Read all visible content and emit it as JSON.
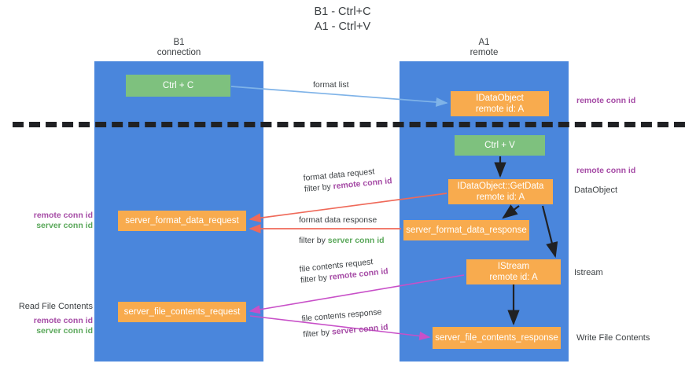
{
  "title": {
    "line1": "B1 - Ctrl+C",
    "line2": "A1 - Ctrl+V"
  },
  "lanes": [
    {
      "id": "b1",
      "name": "B1",
      "role": "connection"
    },
    {
      "id": "a1",
      "name": "A1",
      "role": "remote"
    }
  ],
  "nodes": {
    "ctrl_c": {
      "line1": "Ctrl + C",
      "line2": "",
      "color": "#7ec17e"
    },
    "idataobject": {
      "line1": "IDataObject",
      "line2": "remote id: A",
      "color": "#f8ab4e"
    },
    "ctrl_v": {
      "line1": "Ctrl + V",
      "line2": "",
      "color": "#7ec17e"
    },
    "getdata": {
      "line1": "IDataObject::GetData",
      "line2": "remote id: A",
      "color": "#f8ab4e"
    },
    "sfd_request": {
      "line1": "server_format_data_request",
      "line2": "",
      "color": "#f8ab4e"
    },
    "sfd_response": {
      "line1": "server_format_data_response",
      "line2": "",
      "color": "#f8ab4e"
    },
    "istream": {
      "line1": "IStream",
      "line2": "remote id: A",
      "color": "#f8ab4e"
    },
    "sfc_request": {
      "line1": "server_file_contents_request",
      "line2": "",
      "color": "#f8ab4e"
    },
    "sfc_response": {
      "line1": "server_file_contents_response",
      "line2": "",
      "color": "#f8ab4e"
    }
  },
  "edge_labels": {
    "format_list": {
      "text": "format list"
    },
    "format_data_request": {
      "line1": "format data request",
      "filter_prefix": "filter by ",
      "filter_value": "remote conn id"
    },
    "format_data_response": {
      "line1": "format data response",
      "filter_prefix": "filter by ",
      "filter_value": "server conn id"
    },
    "file_contents_request": {
      "line1": "file contents request",
      "filter_prefix": "filter by ",
      "filter_value": "remote conn id"
    },
    "file_contents_response": {
      "line1": "file contents response",
      "filter_prefix": "filter by ",
      "filter_value": "server conn id"
    }
  },
  "annotations": {
    "remote_conn_id_top": "remote conn id",
    "remote_conn_id_mid": "remote conn id",
    "dataobject": "DataObject",
    "istream": "Istream",
    "write_file_contents": "Write File Contents",
    "read_file_contents": "Read File Contents",
    "left_remote_conn_id_1": "remote conn id",
    "left_server_conn_id_1": "server conn id",
    "left_remote_conn_id_2": "remote conn id",
    "left_server_conn_id_2": "server conn id"
  },
  "colors": {
    "lane": "#4a86dc",
    "node_green": "#7ec17e",
    "node_orange": "#f8ab4e",
    "purple": "#a64ca6",
    "green_text": "#5ba85b",
    "arrow_blue": "#7fb3e8",
    "arrow_red": "#ef6a5a",
    "arrow_magenta": "#c850c8",
    "arrow_black": "#202124",
    "divider": "#202124",
    "background": "#ffffff"
  }
}
